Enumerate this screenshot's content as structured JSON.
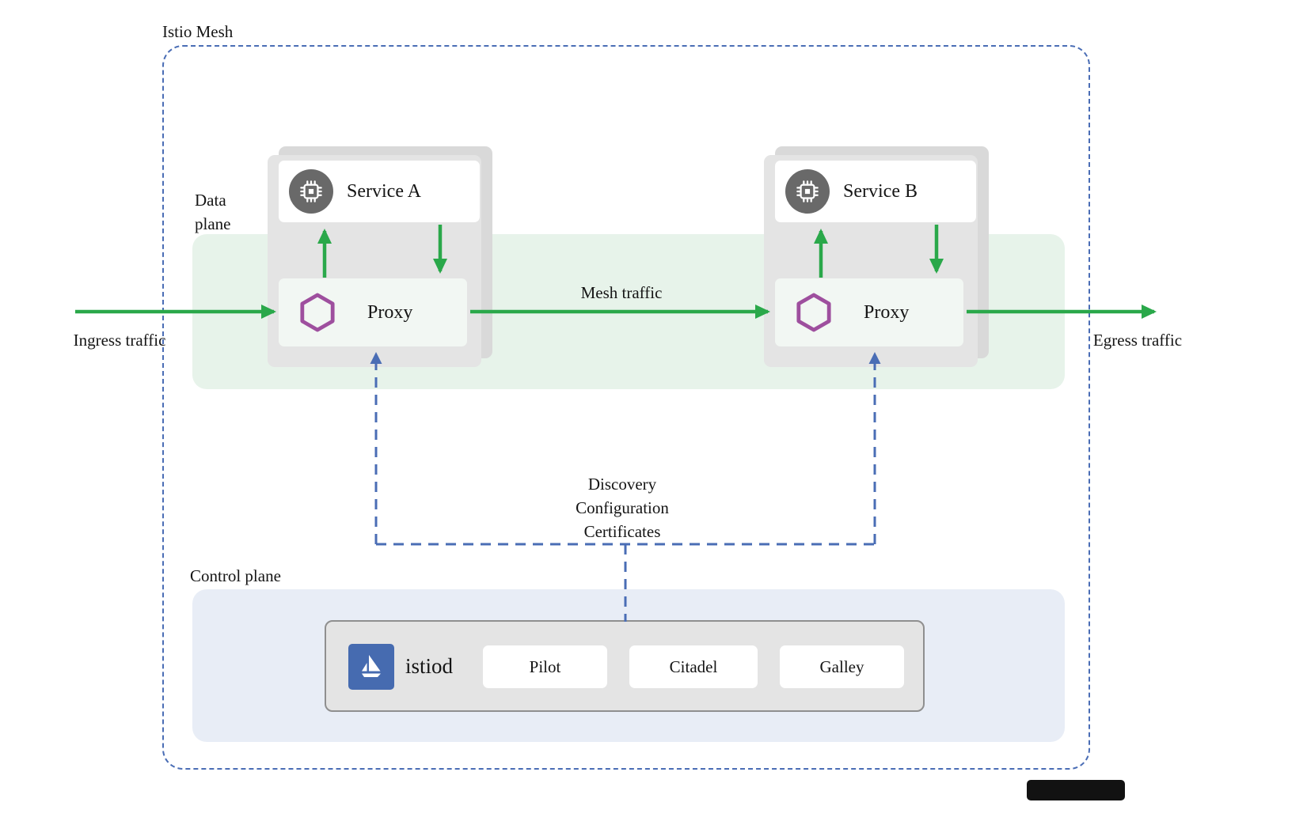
{
  "labels": {
    "istio_mesh": "Istio Mesh",
    "data_plane": "Data plane",
    "control_plane": "Control plane",
    "ingress_traffic": "Ingress traffic",
    "egress_traffic": "Egress traffic",
    "mesh_traffic": "Mesh traffic",
    "discovery": [
      "Discovery",
      "Configuration",
      "Certificates"
    ]
  },
  "pods": [
    {
      "service": "Service A",
      "proxy": "Proxy"
    },
    {
      "service": "Service B",
      "proxy": "Proxy"
    }
  ],
  "control_plane": {
    "istiod_label": "istiod",
    "components": [
      "Pilot",
      "Citadel",
      "Galley"
    ]
  },
  "colors": {
    "traffic_arrow_green": "#2aa84a",
    "control_dashed_blue": "#4a6db5",
    "data_plane_bg": "#e7f3ea",
    "control_plane_bg": "#e8edf6",
    "pod_gray": "#e4e4e4",
    "service_icon_gray": "#696969",
    "envoy_purple": "#9e4f9e",
    "istio_logo_blue": "#466bb0"
  }
}
